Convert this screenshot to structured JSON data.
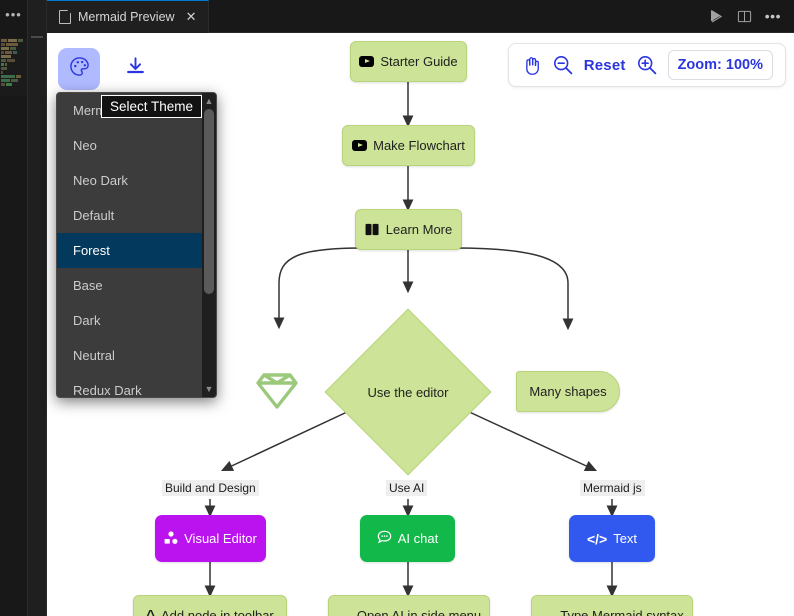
{
  "window": {
    "tab": {
      "title": "Mermaid Preview",
      "icon": "file-icon",
      "close": "✕"
    },
    "actions": {
      "run": "run-preview-icon",
      "split": "split-editor-icon",
      "more": "•••"
    },
    "sidebar_dots": "•••"
  },
  "toolbar": {
    "theme_button_icon": "palette-icon",
    "download_button_icon": "download-icon",
    "tooltip": "Select Theme"
  },
  "zoom_bar": {
    "pan_icon": "hand-pan-icon",
    "zoom_out_icon": "zoom-out-icon",
    "reset_label": "Reset",
    "zoom_in_icon": "zoom-in-icon",
    "zoom_level": "Zoom: 100%"
  },
  "theme_dropdown": {
    "selected": "Forest",
    "items": [
      {
        "label": "Mermaid",
        "selected": false
      },
      {
        "label": "Neo",
        "selected": false
      },
      {
        "label": "Neo Dark",
        "selected": false
      },
      {
        "label": "Default",
        "selected": false
      },
      {
        "label": "Forest",
        "selected": true
      },
      {
        "label": "Base",
        "selected": false
      },
      {
        "label": "Dark",
        "selected": false
      },
      {
        "label": "Neutral",
        "selected": false
      },
      {
        "label": "Redux Dark",
        "selected": false
      }
    ],
    "scroll_up": "▲",
    "scroll_down": "▼"
  },
  "diagram": {
    "nodes": {
      "starter_guide": "Starter Guide",
      "make_flowchart": "Make Flowchart",
      "learn_more": "Learn More",
      "use_the_editor": "Use the editor",
      "many_shapes": "Many shapes",
      "gem": "gem-shape-icon",
      "visual_editor": "Visual Editor",
      "ai_chat": "AI chat",
      "text": "Text",
      "add_node": "Add node in toolbar",
      "open_ai": "Open AI in side menu",
      "type_syntax": "Type Mermaid syntax"
    },
    "edge_labels": {
      "build_and_design": "Build and Design",
      "use_ai": "Use AI",
      "mermaid_js": "Mermaid js"
    },
    "colors": {
      "node_green": "#cde498",
      "node_green_border": "#b8d47a",
      "visual_editor": "#bb13f0",
      "ai_chat": "#12b84a",
      "text": "#3159ef",
      "edge": "#333333",
      "accent_blue": "#2b35e0",
      "theme_btn_bg": "#b0baff",
      "selection_blue": "#04395e"
    }
  }
}
